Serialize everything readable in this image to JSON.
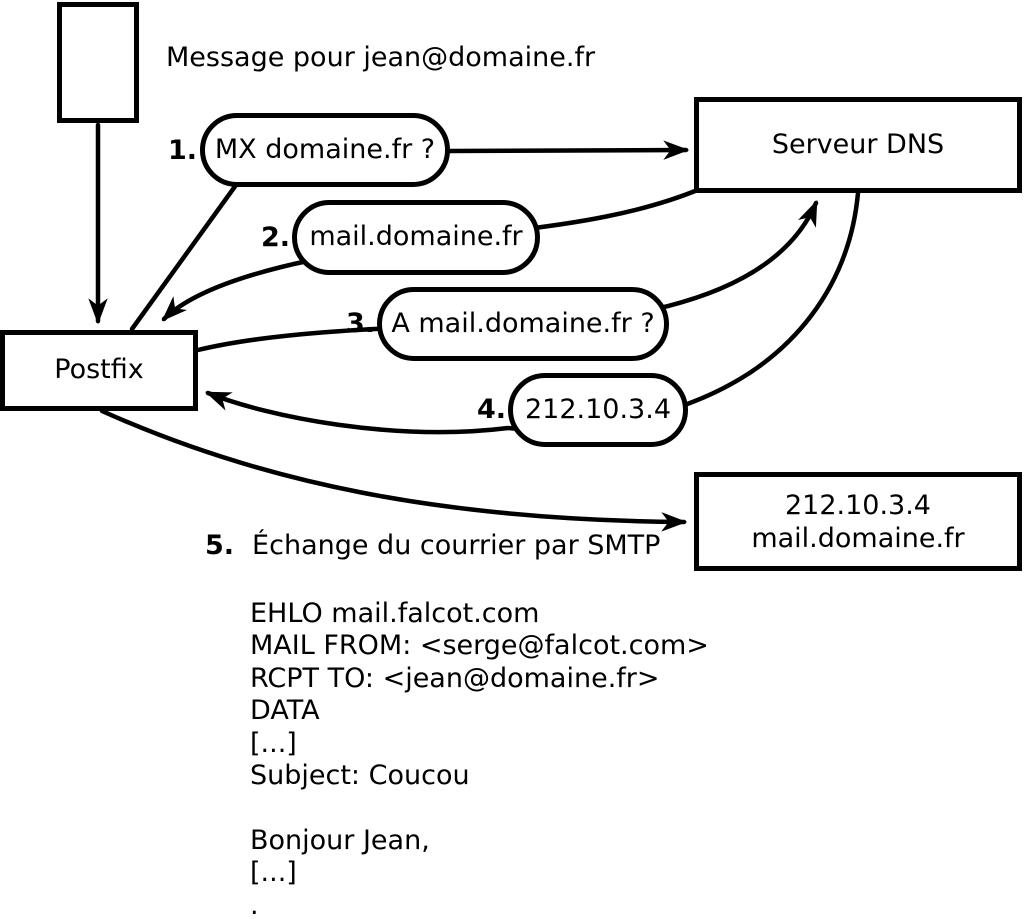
{
  "labels": {
    "message": "Message pour jean@domaine.fr"
  },
  "nodes": {
    "postfix": "Postfix",
    "dns": "Serveur DNS",
    "mail_server": {
      "line1": "212.10.3.4",
      "line2": "mail.domaine.fr"
    }
  },
  "steps": [
    {
      "num": "1.",
      "label": "MX domaine.fr ?"
    },
    {
      "num": "2.",
      "label": "mail.domaine.fr"
    },
    {
      "num": "3.",
      "label": "A mail.domaine.fr ?"
    },
    {
      "num": "4.",
      "label": "212.10.3.4"
    },
    {
      "num": "5.",
      "label": "Échange du courrier par SMTP"
    }
  ],
  "smtp": {
    "lines": [
      "EHLO mail.falcot.com",
      "MAIL FROM: <serge@falcot.com>",
      "RCPT TO: <jean@domaine.fr>",
      "DATA",
      "[...]",
      "Subject: Coucou",
      "",
      "Bonjour Jean,",
      "[...]",
      "."
    ]
  },
  "colors": {
    "stroke": "#000000",
    "background": "#ffffff"
  }
}
